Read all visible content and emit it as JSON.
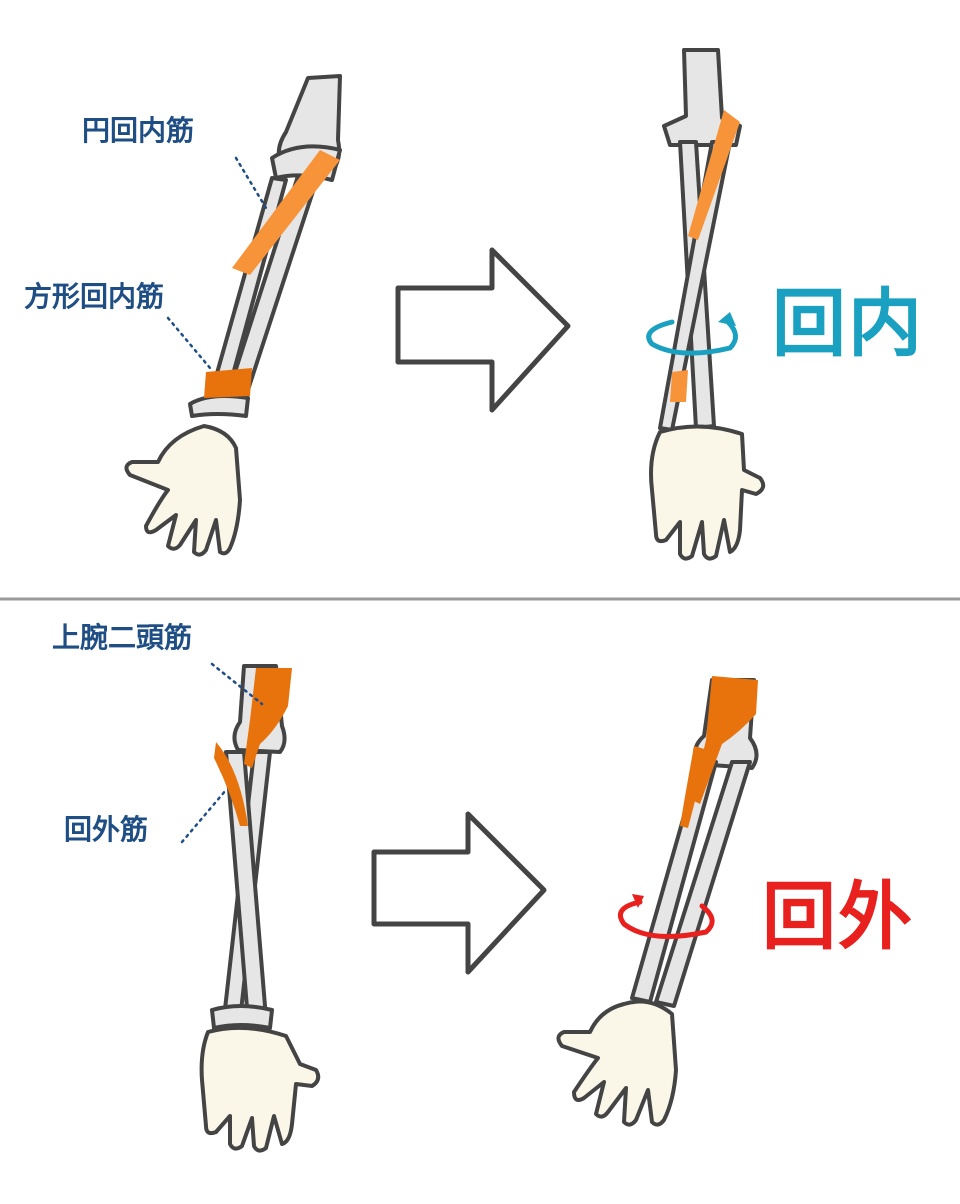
{
  "top_panel": {
    "label_pronator_teres": "円回内筋",
    "label_pronator_quadratus": "方形回内筋",
    "motion_label": "回内",
    "motion_color": "#1aa0c0"
  },
  "bottom_panel": {
    "label_biceps": "上腕二頭筋",
    "label_supinator": "回外筋",
    "motion_label": "回外",
    "motion_color": "#e8201e"
  },
  "colors": {
    "label_text": "#1f4e84",
    "bone_fill": "#e6e6e6",
    "outline": "#444444",
    "muscle_light": "#f7943a",
    "muscle_dark": "#e8720c",
    "hand_fill": "#fbf7e8",
    "divider": "#9a9a9a"
  }
}
